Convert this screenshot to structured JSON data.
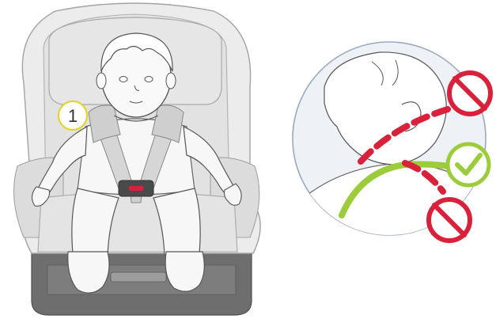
{
  "step_label": "1",
  "colors": {
    "seat_fill": "#e8e8e8",
    "seat_outline": "#9a9a9a",
    "base_dark": "#6e6e6e",
    "harness": "#d4d4d4",
    "buckle_red": "#d9213b",
    "correct_green": "#9ccc3c",
    "callout_yellow": "#e6d21e",
    "zoom_circle_fill": "#e9eef5",
    "zoom_circle_stroke": "#9aa9bf"
  },
  "indicators": [
    {
      "kind": "incorrect",
      "icon": "prohibited-icon",
      "position": "upper"
    },
    {
      "kind": "correct",
      "icon": "checkmark-icon",
      "position": "middle"
    },
    {
      "kind": "incorrect",
      "icon": "prohibited-icon",
      "position": "lower"
    }
  ]
}
